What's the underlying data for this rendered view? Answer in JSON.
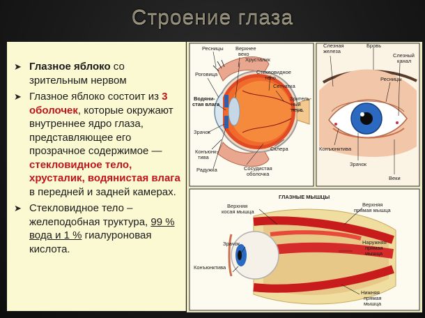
{
  "slide": {
    "title": "Строение глаза"
  },
  "bullets": [
    {
      "parts": [
        {
          "text": "Глазное яблоко",
          "style": "bold"
        },
        {
          "text": " со зрительным нервом",
          "style": "normal"
        }
      ]
    },
    {
      "parts": [
        {
          "text": "Глазное яблоко состоит из ",
          "style": "normal"
        },
        {
          "text": "3 оболочек",
          "style": "red"
        },
        {
          "text": ", которые окружают внутреннее ядро глаза, представляющее его прозрачное содержимое — ",
          "style": "normal"
        },
        {
          "text": "стекловидное тело, хрусталик, водянистая влага",
          "style": "red"
        },
        {
          "text": " в передней и задней камерах.",
          "style": "normal"
        }
      ]
    },
    {
      "parts": [
        {
          "text": "Стекловидное тело – желеподобная труктура, ",
          "style": "normal"
        },
        {
          "text": "99 % вода и 1 %",
          "style": "underline"
        },
        {
          "text": " гиалуроновая кислота.",
          "style": "normal"
        }
      ]
    }
  ],
  "figure_section": {
    "labels": {
      "resnitsy": "Ресницы",
      "verkhnee_veko_1": "Верхнее",
      "verkhnee_veko_2": "веко",
      "khrustalik": "Хрусталик",
      "rogovitsa": "Роговица",
      "steklovidnoe_1": "Стекловидное",
      "steklovidnoe_2": "тело",
      "setchatka": "Сетчатка",
      "vodyanistaya_1": "Водяни-",
      "vodyanistaya_2": "стая влага",
      "zritelny_1": "Зритель-",
      "zritelny_2": "ный",
      "zritelny_3": "нерв",
      "zrachok_1": "Зрачок",
      "sklera": "Склера",
      "konyunktiva_1": "Конъюнк-",
      "konyunktiva_2": "тива",
      "raduzhka": "Радужка",
      "sosudistaya_1": "Сосудистая",
      "sosudistaya_2": "оболочка"
    },
    "labels2": {
      "sleznaya_1": "Слезная",
      "sleznaya_2": "железа",
      "brov": "Бровь",
      "slezny_kanal_1": "Слезный",
      "slezny_kanal_2": "канал",
      "resnitsy": "Ресницы",
      "konyunktiva": "Конъюнктива",
      "zrachok": "Зрачок",
      "veki": "Веки"
    },
    "labels3": {
      "heading": "ГЛАЗНЫЕ МЫШЦЫ",
      "verkh_kosaya_1": "Верхняя",
      "verkh_kosaya_2": "косая мышца",
      "verkh_pryamaya_1": "Верхняя",
      "verkh_pryamaya_2": "прямая мышца",
      "zrachok": "Зрачок",
      "naruzh_1": "Наружняя",
      "naruzh_2": "прямая",
      "naruzh_3": "мышца",
      "konyunktiva": "Конъюнктива",
      "nizh_1": "Нижняя",
      "nizh_2": "прямая",
      "nizh_3": "мышца"
    }
  }
}
